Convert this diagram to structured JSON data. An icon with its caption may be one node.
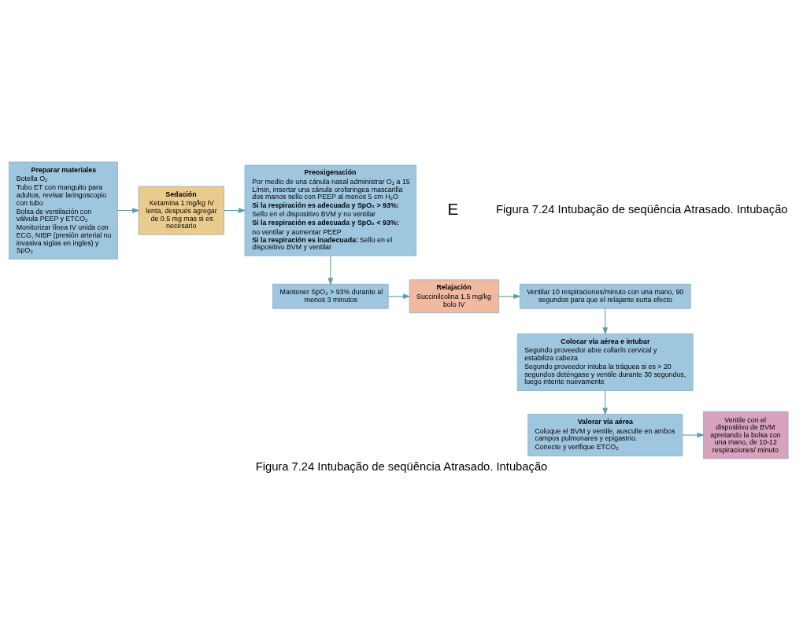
{
  "diagram": {
    "title": "Figura 7.24 Intubação de seqüência Atrasado. Intubação",
    "caption": "Figura 7.24 Intubação de seqüência Atrasado. Intubação",
    "nodes": [
      {
        "text": [
          "Preparar materiales",
          "Botella O₂",
          "Tubo ET con manguito para adultos, revisar laringoscopio con tubo",
          "Bolsa de ventilación con válvula PEEP y ETCO₂",
          "Monitorizar línea IV unida con ECG, NIBP (presión arterial no invasiva siglas en ingles) y SpO₂"
        ]
      },
      {
        "text": [
          "Sedación",
          "Ketamina 1 mg/kg IV lenta, después agregar de 0.5 mg mas si es necesario"
        ]
      },
      {
        "text": [
          "Preoxigenación",
          "Por medio de una cánula nasal administrar O₂ a 15 L/min, insertar una cánula orofaringea mascarilla dos manos sello con PEEP al menos 5 cm H₂O",
          "**Si la respiración es adecuada y SpO₂ > 93%:**",
          "Sello en el dispositivo BVM y no ventilar",
          "**Si la respiración es adecuada y SpO₂ < 93%:**",
          "no ventilar y aumentar PEEP",
          "**Si la respiración es inadecuada:** Sello en el dispositivo BVM y ventilar"
        ]
      },
      {
        "text": [
          "Mantener SpO₂ > 93% durante al menos 3 minutos"
        ]
      },
      {
        "text": [
          "Relajación",
          "Succinilcolina 1.5 mg/kg bolo IV"
        ]
      },
      {
        "text": [
          "Ventilar 10 respiraciones/minuto con una mano, 90 segundos para que el relajante surta efecto"
        ]
      },
      {
        "text": [
          "Colocar vía aérea e intubar",
          "Segundo proveedor abre collarín cervical y estabiliza cabeza",
          "Segundo proveedor intuba la tráquea si es > 20 segundos deténgase y ventile durante 30 segundos, luego intente nuevamente"
        ]
      },
      {
        "text": [
          "Valorar vía aérea",
          "Coloque el BVM y ventile, ausculte en ambos campos pulmonares y epigastrio.",
          "Conecte y verifique ETCO₂"
        ]
      },
      {
        "text": [
          "Ventile con el dispositivo de BVM apretando la bolsa con una mano, de 10-12 respiraciones/ minuto"
        ]
      }
    ],
    "edges": [
      {
        "from": 0,
        "to": 1,
        "arrow": "to"
      },
      {
        "from": 1,
        "to": 2,
        "arrow": "to"
      },
      {
        "from": 2,
        "to": 3,
        "arrow": "to"
      },
      {
        "from": 3,
        "to": 4,
        "arrow": "to"
      },
      {
        "from": 4,
        "to": 5,
        "arrow": "to"
      },
      {
        "from": 5,
        "to": 6,
        "arrow": "to"
      },
      {
        "from": 6,
        "to": 7,
        "arrow": "to"
      },
      {
        "from": 7,
        "to": 8,
        "arrow": "to"
      }
    ],
    "labels": [
      "E"
    ]
  }
}
